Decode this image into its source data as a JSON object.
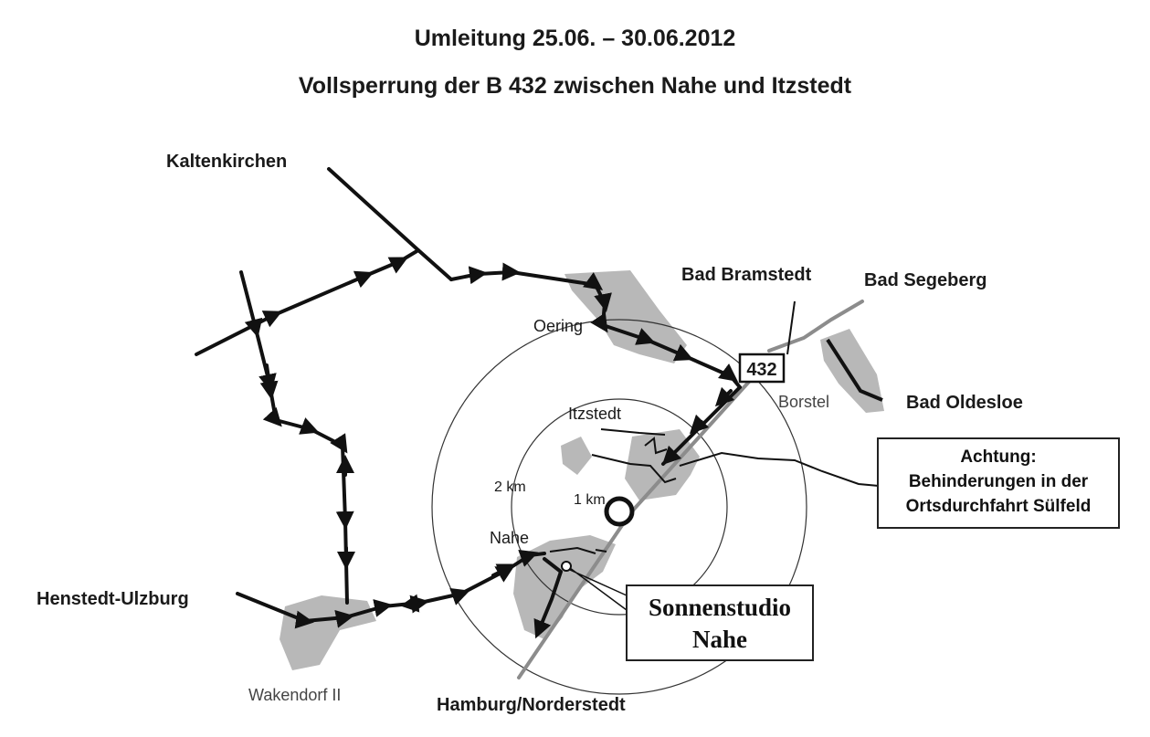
{
  "header": {
    "title": "Umleitung 25.06. – 30.06.2012",
    "subtitle": "Vollsperrung der B 432 zwischen Nahe und Itzstedt"
  },
  "places": {
    "kaltenkirchen": "Kaltenkirchen",
    "bad_bramstedt": "Bad Bramstedt",
    "bad_segeberg": "Bad Segeberg",
    "oering": "Oering",
    "borstel": "Borstel",
    "bad_oldesloe": "Bad Oldesloe",
    "itzstedt": "Itzstedt",
    "nahe": "Nahe",
    "henstedt_ulzburg": "Henstedt-Ulzburg",
    "wakendorf": "Wakendorf II",
    "hamburg": "Hamburg/Norderstedt"
  },
  "road_sign": "432",
  "radius": {
    "outer": "2 km",
    "inner": "1 km"
  },
  "warning": {
    "line1": "Achtung:",
    "line2": "Behinderungen in der",
    "line3": "Ortsdurchfahrt Sülfeld"
  },
  "studio": {
    "line1": "Sonnenstudio",
    "line2": "Nahe"
  },
  "colors": {
    "settlement": "#b5b5b5",
    "road_closed": "#8c8c8c",
    "detour": "#111111"
  }
}
